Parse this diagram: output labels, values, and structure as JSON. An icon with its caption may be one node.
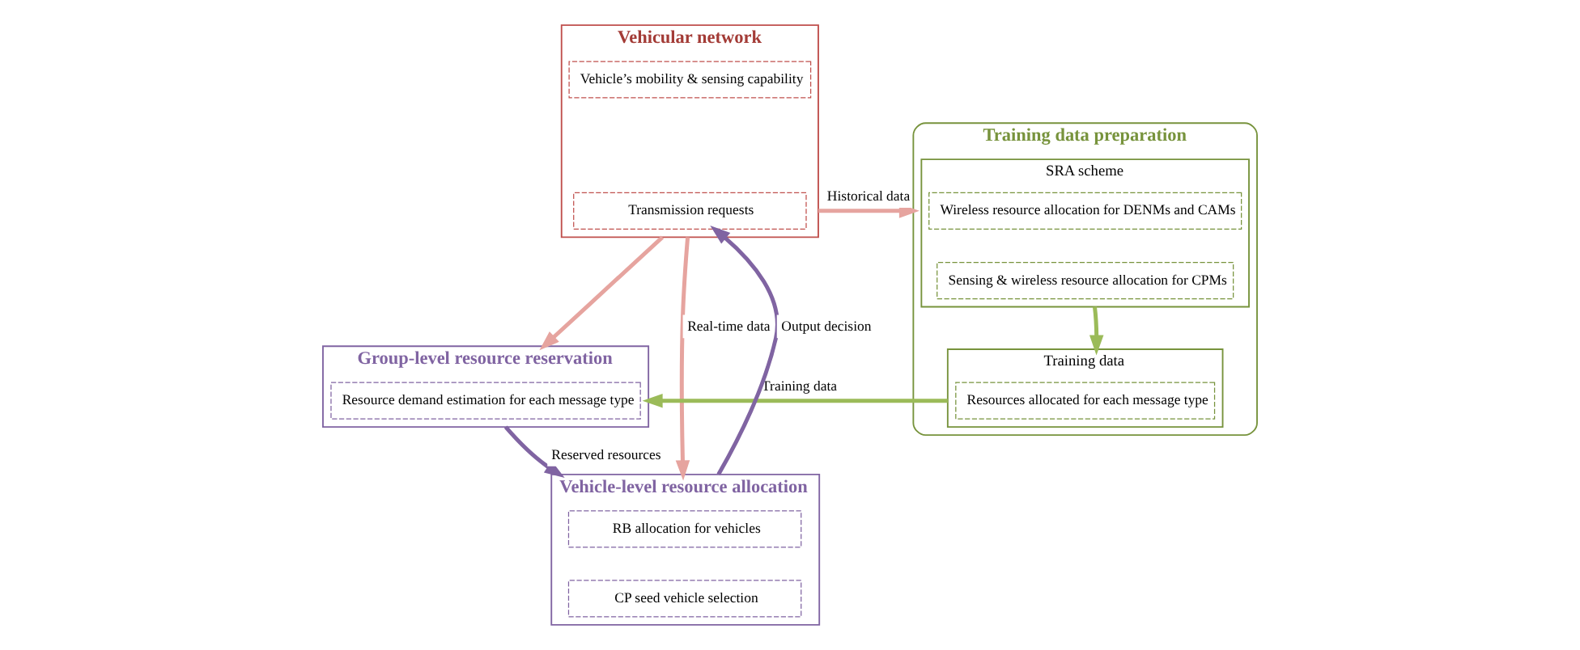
{
  "diagram": {
    "nodes": [
      {
        "text": [
          "Vehicular network"
        ]
      },
      {
        "text": [
          "Vehicle’s mobility & sensing capability"
        ],
        "in": 0
      },
      {
        "text": [
          "Transmission requests"
        ],
        "in": 0
      },
      {
        "text": [
          "Training data preparation"
        ]
      },
      {
        "text": [
          "SRA scheme"
        ],
        "in": 3
      },
      {
        "text": [
          "Wireless resource allocation for DENMs and CAMs"
        ],
        "in": 4
      },
      {
        "text": [
          "Sensing & wireless resource allocation for CPMs"
        ],
        "in": 4
      },
      {
        "text": [
          "Training data"
        ],
        "in": 3
      },
      {
        "text": [
          "Resources allocated for each message type"
        ],
        "in": 7
      },
      {
        "text": [
          "Group-level resource reservation"
        ]
      },
      {
        "text": [
          "Resource demand estimation for each message type"
        ],
        "in": 9
      },
      {
        "text": [
          "Vehicle-level resource allocation"
        ]
      },
      {
        "text": [
          "RB allocation for vehicles"
        ],
        "in": 11
      },
      {
        "text": [
          "CP seed vehicle selection"
        ],
        "in": 11
      }
    ],
    "edges": [
      {
        "from": 0,
        "to": 3,
        "arrow": "to",
        "label": "Historical data",
        "color": "#e6a49f"
      },
      {
        "from": 0,
        "to": 9,
        "arrow": "to",
        "color": "#e6a49f"
      },
      {
        "from": 0,
        "to": 11,
        "arrow": "to",
        "label": "Real-time data",
        "color": "#e6a49f"
      },
      {
        "from": 11,
        "to": 0,
        "arrow": "to",
        "label": "Output decision",
        "color": "#8064a2"
      },
      {
        "from": 4,
        "to": 7,
        "arrow": "to",
        "color": "#9bbb59"
      },
      {
        "from": 7,
        "to": 9,
        "arrow": "to",
        "label": "Training data",
        "color": "#9bbb59"
      },
      {
        "from": 9,
        "to": 11,
        "arrow": "to",
        "label": "Reserved resources",
        "color": "#8064a2"
      }
    ]
  }
}
